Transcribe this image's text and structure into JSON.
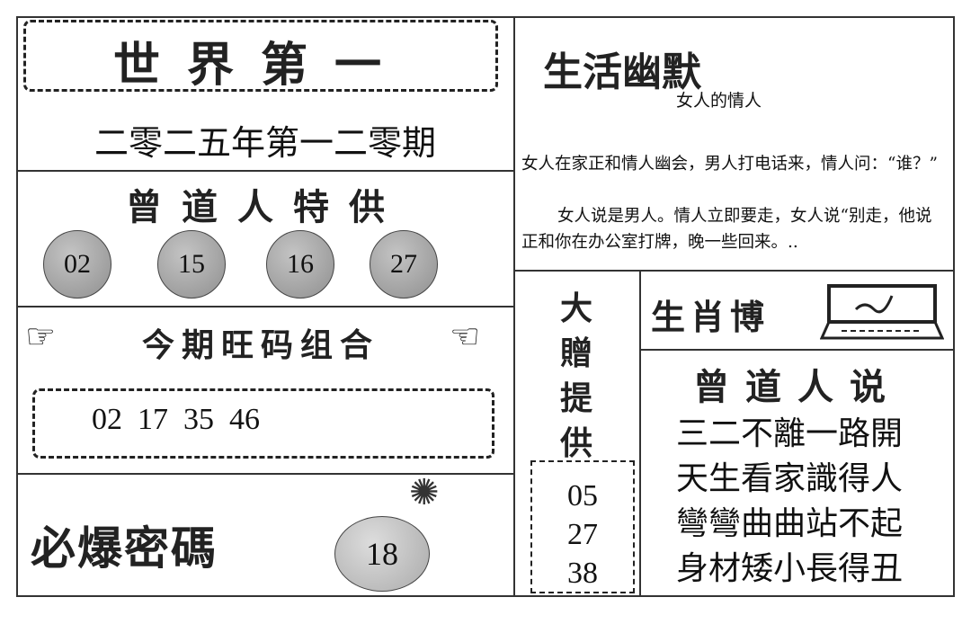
{
  "masthead": {
    "title": "世界第一",
    "issue": "二零二五年第一二零期"
  },
  "special": {
    "heading": "曾道人特供",
    "numbers": [
      "02",
      "15",
      "16",
      "27"
    ]
  },
  "combo": {
    "heading": "今期旺码组合",
    "numbers": "02  17  35  46"
  },
  "secret": {
    "heading": "必爆密碼",
    "number": "18"
  },
  "humor": {
    "heading": "生活幽默",
    "story_title": "女人的情人",
    "paragraphs": [
      "女人在家正和情人幽会，男人打电话来，情人问：“谁？”",
      "女人说是男人。情人立即要走，女人说“别走，他说正和你在办公室打牌，晚一些回来。.."
    ]
  },
  "gift": {
    "heading": "大贈提供",
    "numbers": [
      "05",
      "27",
      "38"
    ]
  },
  "zodiac": {
    "heading": "生肖博"
  },
  "sayings": {
    "heading": "曾道人说",
    "lines": [
      "三二不離一路開",
      "天生看家識得人",
      "彎彎曲曲站不起",
      "身材矮小長得丑"
    ]
  }
}
